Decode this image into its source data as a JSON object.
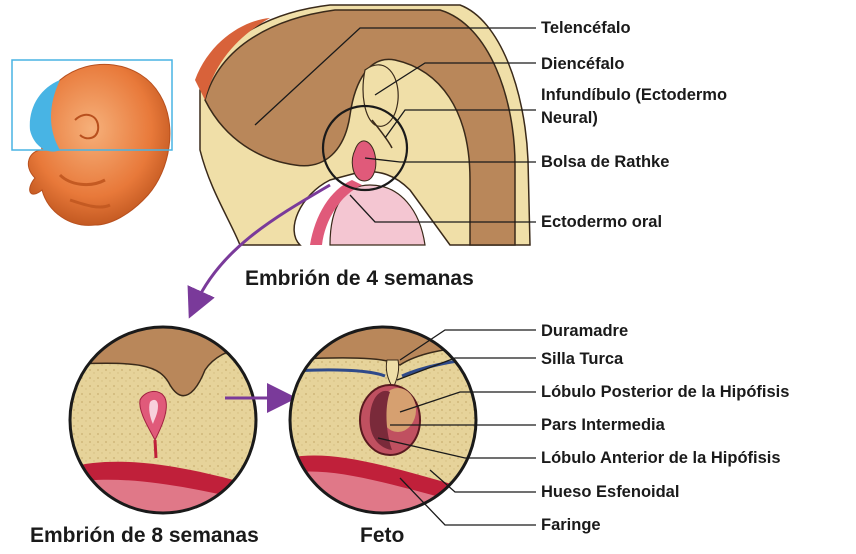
{
  "top_labels": {
    "telencefalo": "Telencéfalo",
    "diencefalo": "Diencéfalo",
    "infundibulo_line1": "Infundíbulo (Ectodermo",
    "infundibulo_line2": "Neural)",
    "bolsa_rathke": "Bolsa de Rathke",
    "ectodermo_oral": "Ectodermo oral"
  },
  "stage_titles": {
    "four_weeks": "Embrión de 4 semanas",
    "eight_weeks": "Embrión de 8 semanas",
    "fetus": "Feto"
  },
  "fetus_labels": {
    "duramadre": "Duramadre",
    "silla_turca": "Silla Turca",
    "lobulo_posterior": "Lóbulo Posterior de la Hipófisis",
    "pars_intermedia": "Pars Intermedia",
    "lobulo_anterior": "Lóbulo Anterior de la Hipófisis",
    "hueso_esfenoidal": "Hueso Esfenoidal",
    "faringe": "Faringe"
  },
  "colors": {
    "brain_brown": "#b9875a",
    "brain_outline": "#3a2a1a",
    "embryo_orange": "#e8793a",
    "highlight_blue": "#48b4e4",
    "bone_tan": "#e8d49c",
    "pouch_pink": "#e05a7a",
    "arrow_purple": "#7a3a9a"
  }
}
